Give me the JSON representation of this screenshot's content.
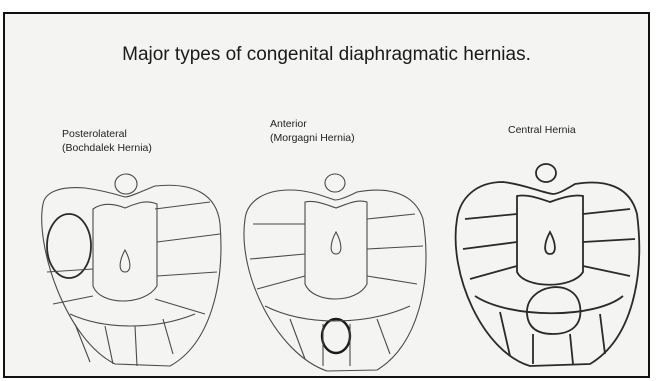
{
  "title": "Major types of congenital diaphragmatic hernias.",
  "figures": [
    {
      "line1": "Posterolateral",
      "line2": "(Bochdalek Hernia)"
    },
    {
      "line1": "Anterior",
      "line2": "(Morgagni Hernia)"
    },
    {
      "line1": "Central Hernia",
      "line2": ""
    }
  ]
}
